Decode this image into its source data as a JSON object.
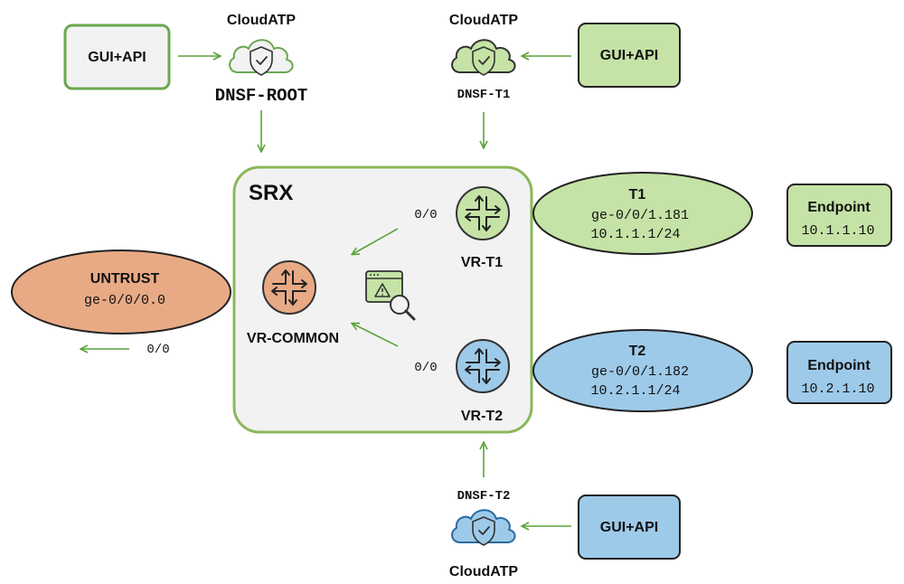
{
  "colors": {
    "green_fill": "#c5e3a6",
    "green_stroke": "#6aa84f",
    "gray_fill": "#f2f2f2",
    "blue_fill": "#9ecae9",
    "blue_stroke": "#2a6a9e",
    "orange_fill": "#e8aa85",
    "orange_stroke": "#b8683e",
    "arrow": "#5aa43a",
    "text": "#111111"
  },
  "cloud_root": {
    "label": "CloudATP",
    "name": "DNSF-ROOT",
    "icon": "cloud-shield-check-icon"
  },
  "cloud_t1": {
    "label": "CloudATP",
    "name": "DNSF-T1",
    "icon": "cloud-shield-check-icon"
  },
  "cloud_t2": {
    "label": "CloudATP",
    "name": "DNSF-T2",
    "icon": "cloud-shield-check-icon"
  },
  "gui_root": {
    "label": "GUI+API"
  },
  "gui_t1": {
    "label": "GUI+API"
  },
  "gui_t2": {
    "label": "GUI+API"
  },
  "srx": {
    "title": "SRX",
    "vr_common": {
      "label": "VR-COMMON",
      "icon": "router-icon"
    },
    "vr_t1": {
      "label": "VR-T1",
      "icon": "router-icon"
    },
    "vr_t2": {
      "label": "VR-T2",
      "icon": "router-icon"
    },
    "inspect_icon": "window-alert-search-icon",
    "route_t1": "0/0",
    "route_t2": "0/0"
  },
  "untrust": {
    "title": "UNTRUST",
    "interface": "ge-0/0/0.0",
    "route": "0/0"
  },
  "zone_t1": {
    "title": "T1",
    "interface": "ge-0/0/1.181",
    "address": "10.1.1.1/24"
  },
  "zone_t2": {
    "title": "T2",
    "interface": "ge-0/0/1.182",
    "address": "10.2.1.1/24"
  },
  "endpoint_t1": {
    "title": "Endpoint",
    "address": "10.1.1.10"
  },
  "endpoint_t2": {
    "title": "Endpoint",
    "address": "10.2.1.10"
  }
}
